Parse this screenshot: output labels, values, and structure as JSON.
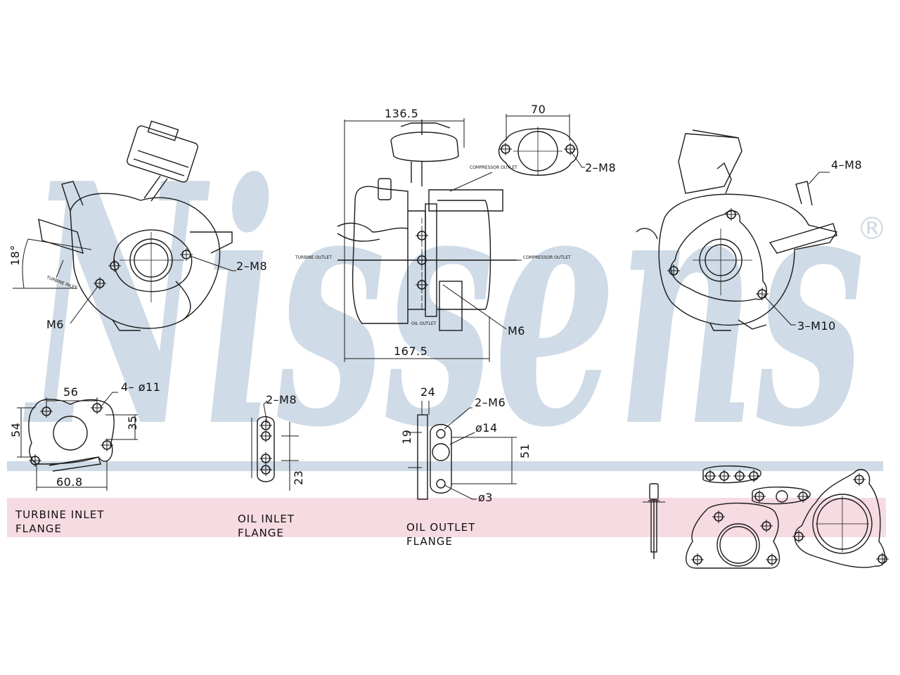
{
  "brand": {
    "watermark": "Nissens",
    "registered_mark": "®",
    "watermark_color": "#cfdbe6",
    "band_color": "#f7dbe2",
    "line_color": "#1a1a1a"
  },
  "views": {
    "left": {
      "bolt_label": "2–M8",
      "stud_label": "M6",
      "angle_label": "18°",
      "inlet_tag": "TURBINE INLET"
    },
    "center": {
      "width_top": "136.5",
      "width_bottom": "167.5",
      "compressor_outlet_top": "COMPRESSOR OUTLET",
      "turbine_outlet": "TURBINE OUTLET",
      "compressor_outlet_right": "COMPRESSOR OUTLET",
      "oil_outlet": "OIL OUTLET",
      "stud_label": "M6"
    },
    "outlet_flange": {
      "width": "70",
      "bolt_label": "2–M8"
    },
    "right": {
      "top_label": "4–M8",
      "bottom_label": "3–M10"
    }
  },
  "flanges": {
    "turbine_inlet": {
      "title_line1": "TURBINE INLET",
      "title_line2": "FLANGE",
      "dim_top": "56",
      "hole_label": "4– ø11",
      "dim_left": "54",
      "dim_right": "35",
      "dim_bottom": "60.8"
    },
    "oil_inlet": {
      "title_line1": "OIL INLET",
      "title_line2": "FLANGE",
      "bolt_label": "2–M8",
      "dim_side": "23"
    },
    "oil_outlet": {
      "title_line1": "OIL OUTLET",
      "title_line2": "FLANGE",
      "dim_top": "24",
      "bolt_label": "2–M6",
      "bore_label": "ø14",
      "dim_left": "19",
      "dim_right": "51",
      "small_bore": "ø3"
    }
  }
}
